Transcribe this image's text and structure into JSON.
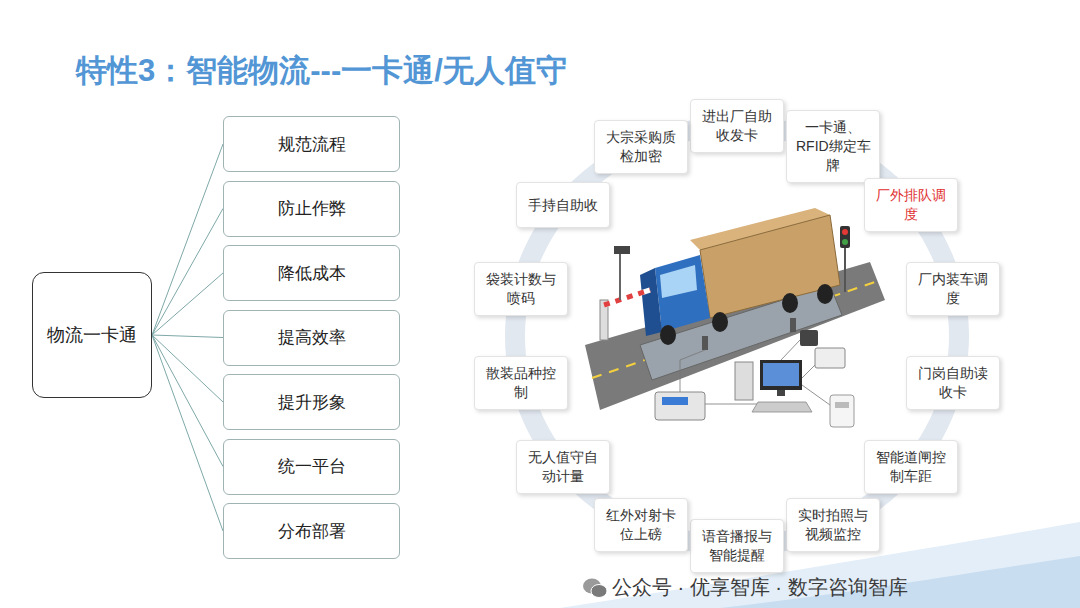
{
  "diagram": {
    "title": "特性3：智能物流---一卡通/无人值守",
    "nodes": [
      {
        "text": [
          "物流一卡通"
        ]
      },
      {
        "text": [
          "规范流程"
        ]
      },
      {
        "text": [
          "防止作弊"
        ]
      },
      {
        "text": [
          "降低成本"
        ]
      },
      {
        "text": [
          "提高效率"
        ]
      },
      {
        "text": [
          "提升形象"
        ]
      },
      {
        "text": [
          "统一平台"
        ]
      },
      {
        "text": [
          "分布部署"
        ]
      },
      {
        "text": [
          "进出厂自助收发卡"
        ]
      },
      {
        "text": [
          "一卡通、RFID绑定车牌"
        ]
      },
      {
        "text": [
          "厂外排队调度"
        ]
      },
      {
        "text": [
          "厂内装车调度"
        ]
      },
      {
        "text": [
          "门岗自助读收卡"
        ]
      },
      {
        "text": [
          "智能道闸控制车距"
        ]
      },
      {
        "text": [
          "实时拍照与视频监控"
        ]
      },
      {
        "text": [
          "语音播报与智能提醒"
        ]
      },
      {
        "text": [
          "红外对射卡位上磅"
        ]
      },
      {
        "text": [
          "无人值守自动计量"
        ]
      },
      {
        "text": [
          "散装品种控制"
        ]
      },
      {
        "text": [
          "袋装计数与喷码"
        ]
      },
      {
        "text": [
          "手持自助收"
        ]
      },
      {
        "text": [
          "大宗采购质检加密"
        ]
      }
    ],
    "edges": [
      {
        "from": 0,
        "to": 1,
        "arrow": "none"
      },
      {
        "from": 0,
        "to": 2,
        "arrow": "none"
      },
      {
        "from": 0,
        "to": 3,
        "arrow": "none"
      },
      {
        "from": 0,
        "to": 4,
        "arrow": "none"
      },
      {
        "from": 0,
        "to": 5,
        "arrow": "none"
      },
      {
        "from": 0,
        "to": 6,
        "arrow": "none"
      },
      {
        "from": 0,
        "to": 7,
        "arrow": "none"
      }
    ],
    "labels": [
      "公众号 · 优享智库 · 数字咨询智库"
    ]
  }
}
